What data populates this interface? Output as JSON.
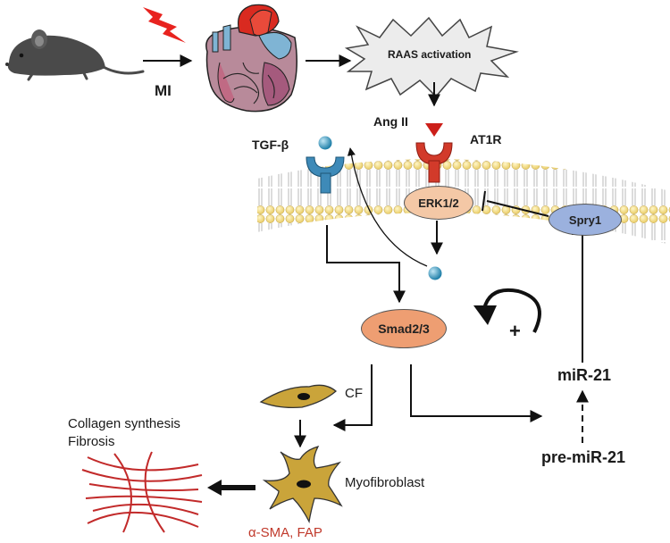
{
  "labels": {
    "mi": "MI",
    "raas": "RAAS activation",
    "ang2": "Ang II",
    "at1r": "AT1R",
    "tgfb": "TGF-β",
    "erk": "ERK1/2",
    "spry1": "Spry1",
    "smad": "Smad2/3",
    "plus": "+",
    "mir21": "miR-21",
    "premir21": "pre-miR-21",
    "cf": "CF",
    "myofibroblast": "Myofibroblast",
    "collagen_line1": "Collagen synthesis",
    "collagen_line2": "Fibrosis",
    "markers": "α-SMA, FAP"
  },
  "colors": {
    "lightning": "#e8231f",
    "raas_burst_fill": "#ececec",
    "at1r": "#d23a2a",
    "ang2_triangle": "#cc1f1a",
    "tgfb_receptor": "#3e8ab8",
    "ligand_ball": "#3a9ec4",
    "erk_fill": "#f4c8a6",
    "smad_fill": "#ee9e72",
    "spry1_fill": "#9bb1de",
    "membrane_heads": "#f2dc7e",
    "cell_fill": "#caa43a",
    "fibers": "#c22a2a",
    "markers_text": "#c0392b"
  }
}
